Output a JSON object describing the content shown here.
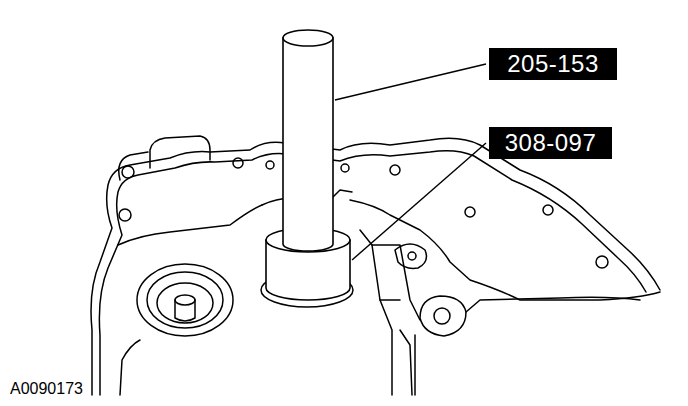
{
  "diagram": {
    "nodes": [
      {
        "text": [
          "205-153"
        ]
      },
      {
        "text": [
          "308-097"
        ]
      }
    ],
    "labels": [
      "A0090173"
    ]
  }
}
